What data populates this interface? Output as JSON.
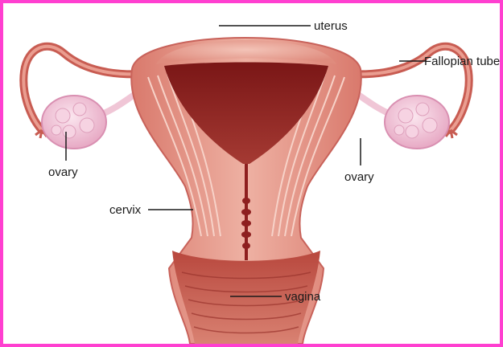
{
  "colors": {
    "border": "#ff3fd0",
    "tissue": "#e79a8c",
    "tissue_dark": "#b3453d",
    "cavity": "#8e1f1f",
    "ovary": "#f1c4d9",
    "leader_line": "#1a1a1a"
  },
  "labels": {
    "uterus": "uterus",
    "fallopian_tube": "Fallopian tube",
    "ovary_left": "ovary",
    "ovary_right": "ovary",
    "cervix": "cervix",
    "vagina": "vagina"
  }
}
